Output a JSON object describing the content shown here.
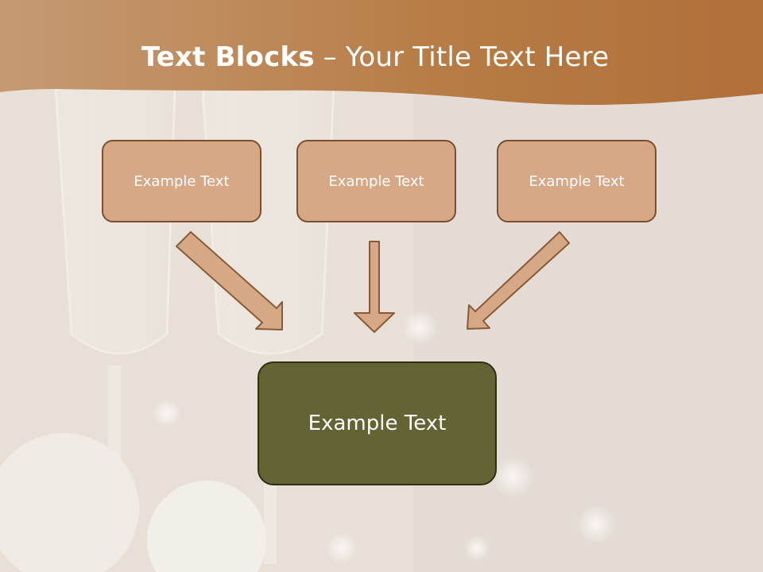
{
  "title": {
    "bold": "Text Blocks",
    "rest": " – Your Title Text Here"
  },
  "boxes": {
    "top": [
      "Example Text",
      "Example Text",
      "Example Text"
    ],
    "bottom": "Example Text"
  },
  "colors": {
    "header": "#b77b44",
    "top_box_fill": "#d6a886",
    "top_box_border": "#7a5030",
    "bottom_box_fill": "#636333",
    "arrow_fill": "#d6a886",
    "arrow_stroke": "#8a5a36"
  }
}
